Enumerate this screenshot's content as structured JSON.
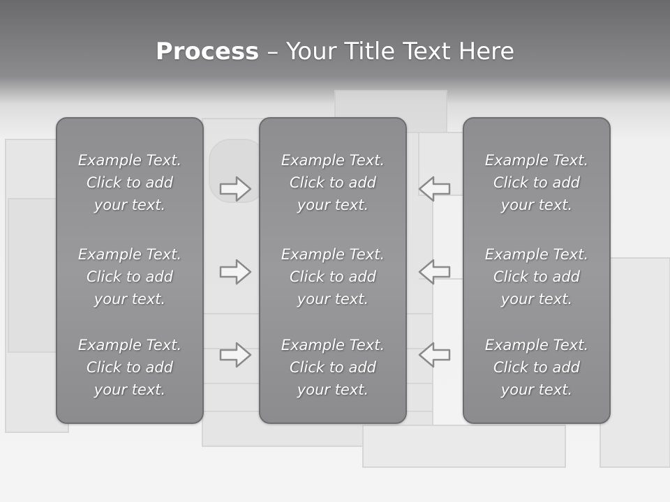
{
  "title": {
    "bold": "Process",
    "rest": " – Your Title Text Here"
  },
  "panels": {
    "left": {
      "items": [
        {
          "line1": "Example Text.",
          "line2": "Click  to add",
          "line3": "your text."
        },
        {
          "line1": "Example Text.",
          "line2": "Click  to add",
          "line3": "your text."
        },
        {
          "line1": "Example Text.",
          "line2": "Click  to add",
          "line3": "your text."
        }
      ]
    },
    "middle": {
      "items": [
        {
          "line1": "Example Text.",
          "line2": "Click  to add",
          "line3": "your text."
        },
        {
          "line1": "Example Text.",
          "line2": "Click  to add",
          "line3": "your text."
        },
        {
          "line1": "Example Text.",
          "line2": "Click  to add",
          "line3": "your text."
        }
      ]
    },
    "right": {
      "items": [
        {
          "line1": "Example Text.",
          "line2": "Click  to add",
          "line3": "your text."
        },
        {
          "line1": "Example Text.",
          "line2": "Click  to add",
          "line3": "your text."
        },
        {
          "line1": "Example Text.",
          "line2": "Click  to add",
          "line3": "your text."
        }
      ]
    }
  },
  "arrows": {
    "left_to_middle": [
      "right-arrow-icon",
      "right-arrow-icon",
      "right-arrow-icon"
    ],
    "right_to_middle": [
      "left-arrow-icon",
      "left-arrow-icon",
      "left-arrow-icon"
    ]
  },
  "colors": {
    "header": "#6a6a6c",
    "panel_fill": "#949496",
    "panel_border": "#6e6e70",
    "text": "#ffffff"
  }
}
